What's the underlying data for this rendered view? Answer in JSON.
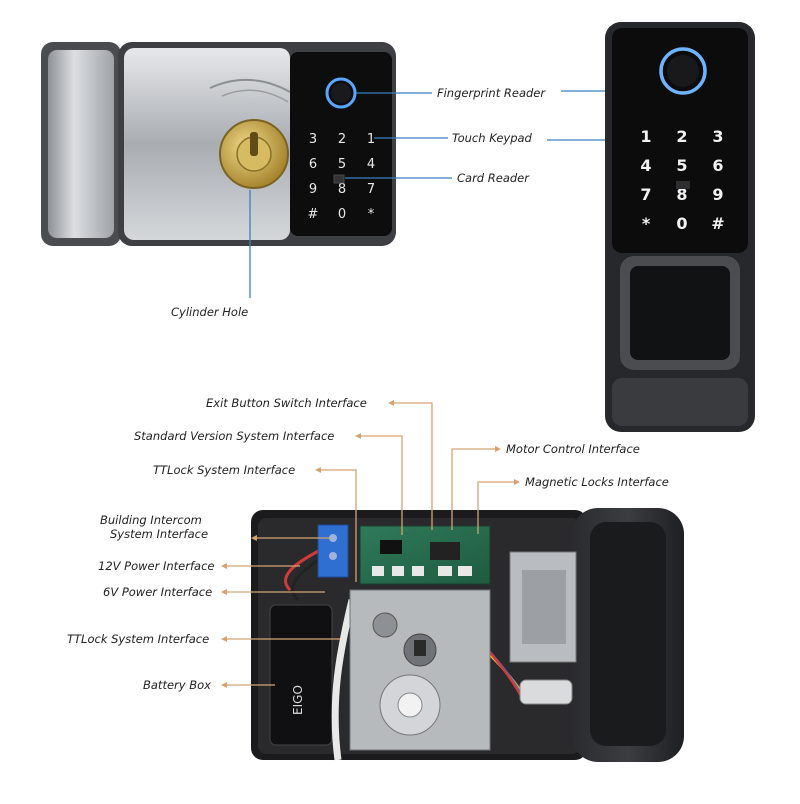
{
  "colors": {
    "leader_blue": "#3b7fc0",
    "leader_orange": "#d4a373",
    "brass": "#c9a64a",
    "steel": "#b9bcc0",
    "panel_black": "#0d0d0e"
  },
  "top_left_keypad": {
    "rows": [
      [
        "3",
        "2",
        "1"
      ],
      [
        "6",
        "5",
        "4"
      ],
      [
        "9",
        "8",
        "7"
      ],
      [
        "#",
        "0",
        "*"
      ]
    ]
  },
  "top_right_keypad": {
    "rows": [
      [
        "1",
        "2",
        "3"
      ],
      [
        "4",
        "5",
        "6"
      ],
      [
        "7",
        "8",
        "9"
      ],
      [
        "*",
        "0",
        "#"
      ]
    ]
  },
  "top_labels": [
    {
      "id": "fingerprint",
      "text": "Fingerprint Reader"
    },
    {
      "id": "touch",
      "text": "Touch Keypad"
    },
    {
      "id": "card",
      "text": "Card Reader"
    },
    {
      "id": "cylinder",
      "text": "Cylinder Hole"
    }
  ],
  "bottom_labels_top": [
    {
      "id": "exit",
      "text": "Exit Button Switch Interface"
    },
    {
      "id": "standard",
      "text": "Standard Version System Interface"
    },
    {
      "id": "ttlock1",
      "text": "TTLock System Interface"
    }
  ],
  "bottom_labels_right": [
    {
      "id": "motor",
      "text": "Motor Control Interface"
    },
    {
      "id": "magnetic",
      "text": "Magnetic Locks Interface"
    }
  ],
  "bottom_labels_left": [
    {
      "id": "intercom",
      "lines": [
        "Building Intercom",
        "System Interface"
      ]
    },
    {
      "id": "p12",
      "text": "12V Power Interface"
    },
    {
      "id": "p6",
      "text": "6V Power Interface"
    },
    {
      "id": "ttlock2",
      "text": "TTLock System Interface"
    },
    {
      "id": "battery",
      "text": "Battery Box"
    }
  ],
  "battery_text": "EIGO"
}
